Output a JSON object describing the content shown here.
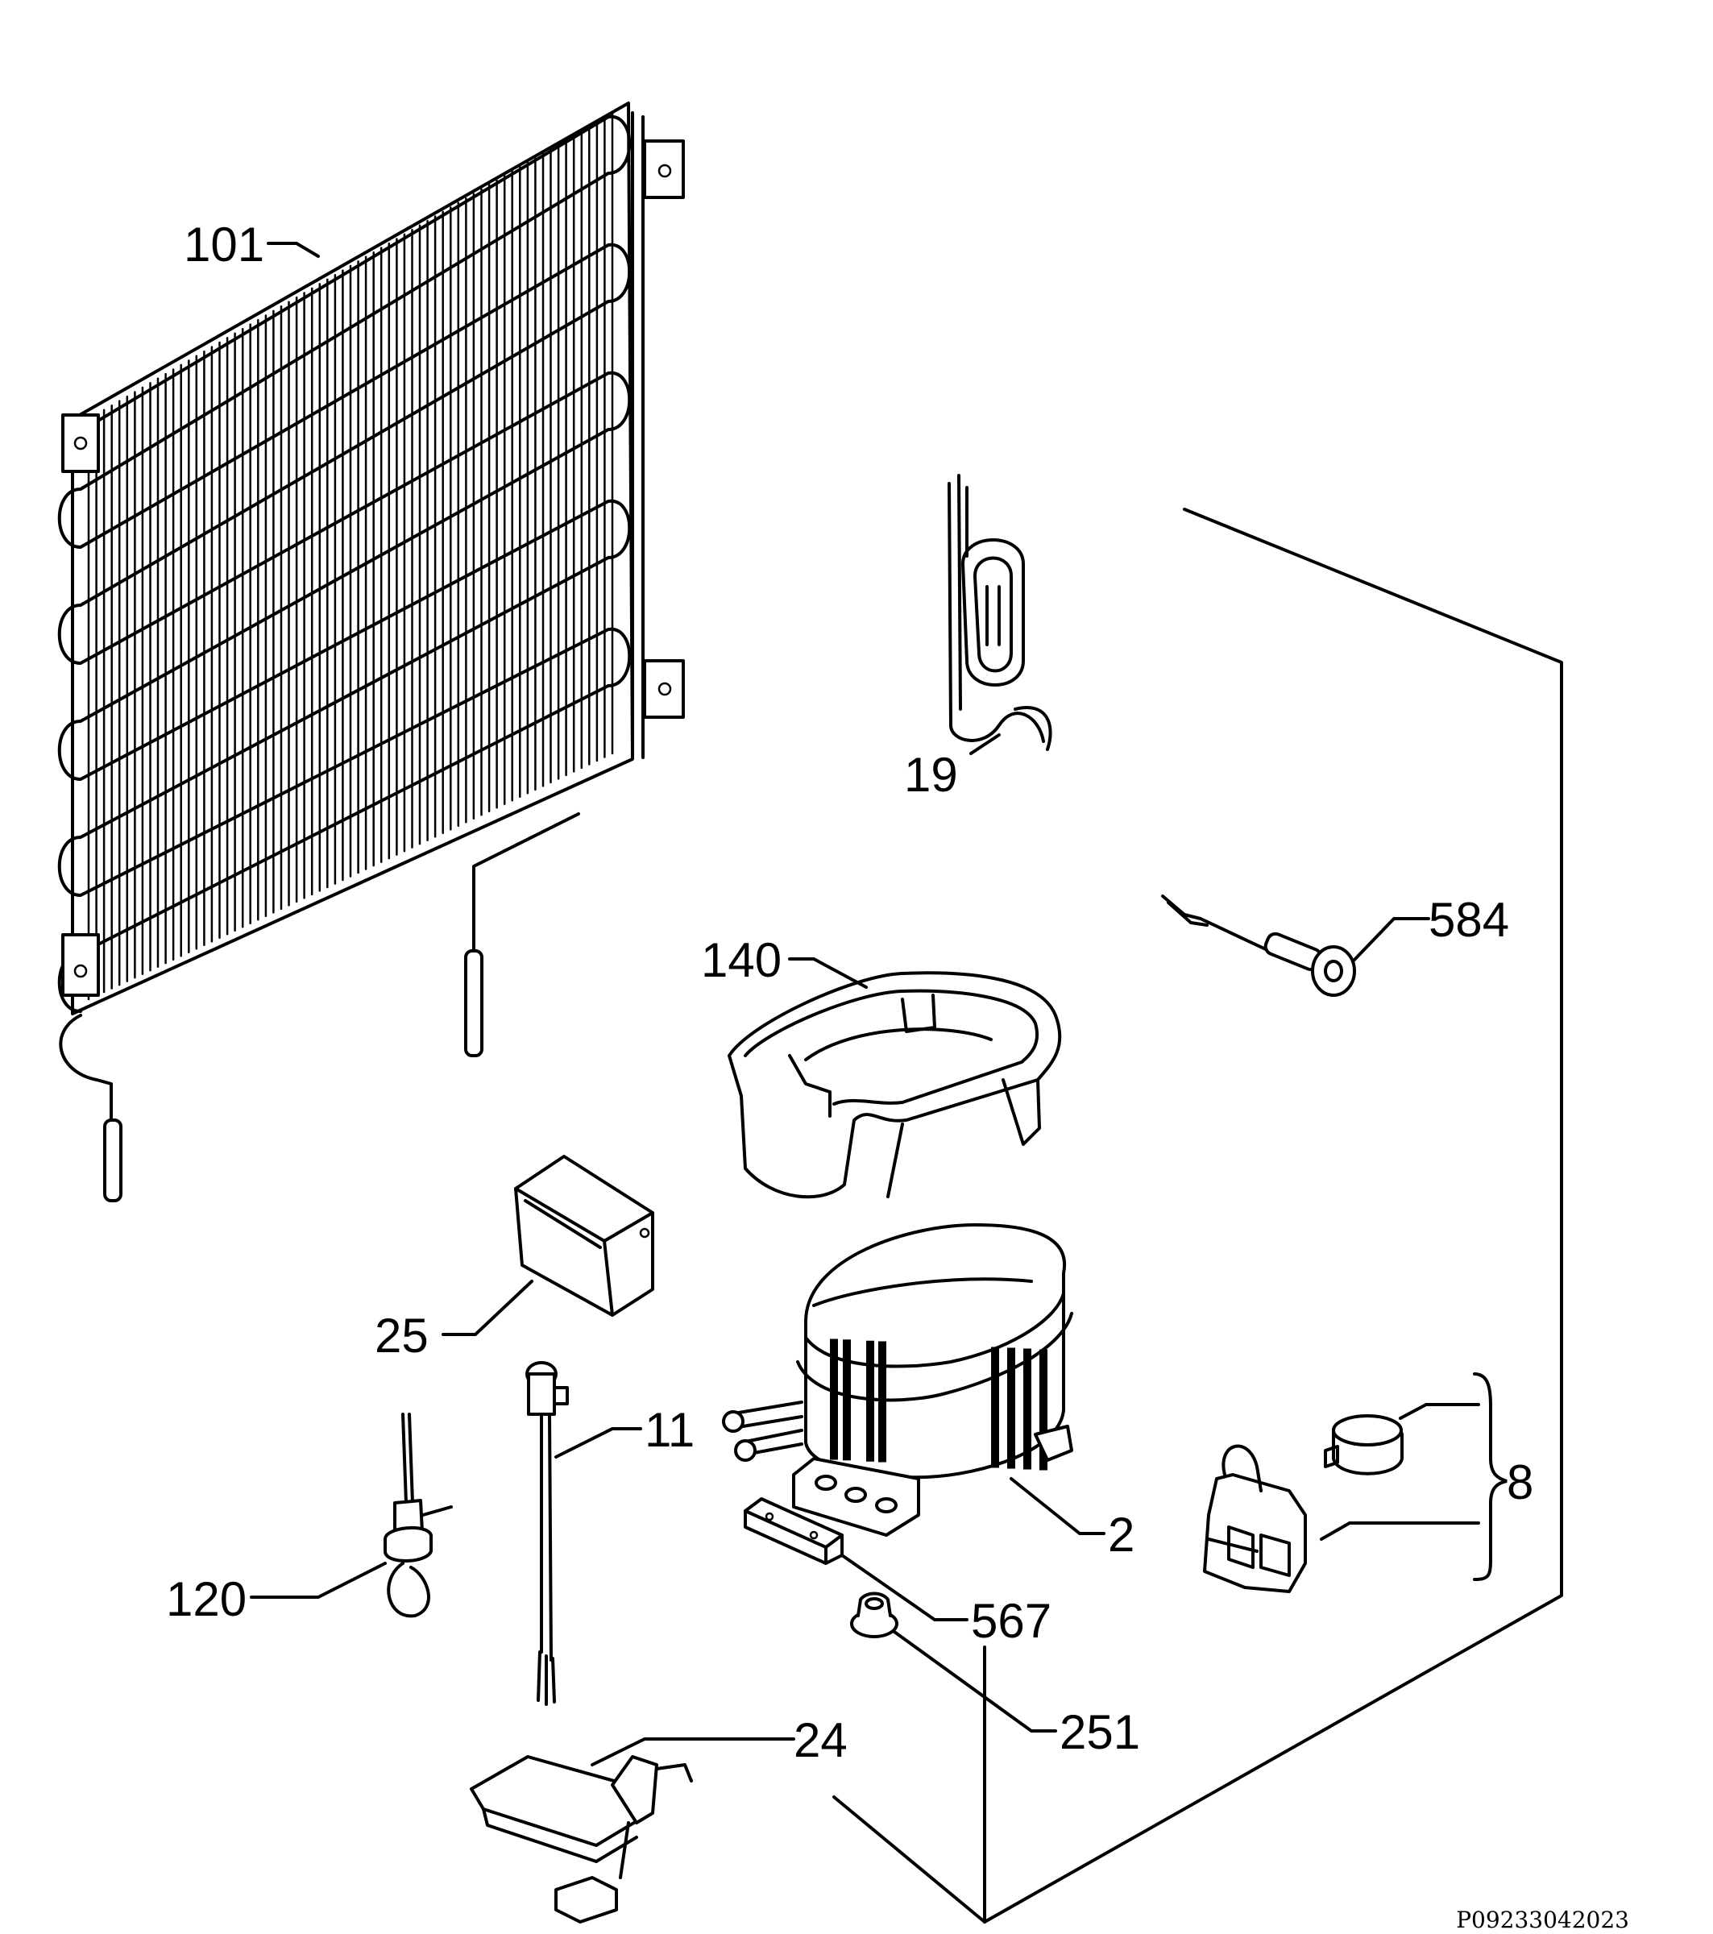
{
  "callouts": {
    "c101": "101",
    "c19": "19",
    "c584": "584",
    "c140": "140",
    "c25": "25",
    "c11": "11",
    "c2": "2",
    "c8": "8",
    "c120": "120",
    "c567": "567",
    "c251": "251",
    "c24": "24"
  },
  "drawing_reference": "P09233042023"
}
